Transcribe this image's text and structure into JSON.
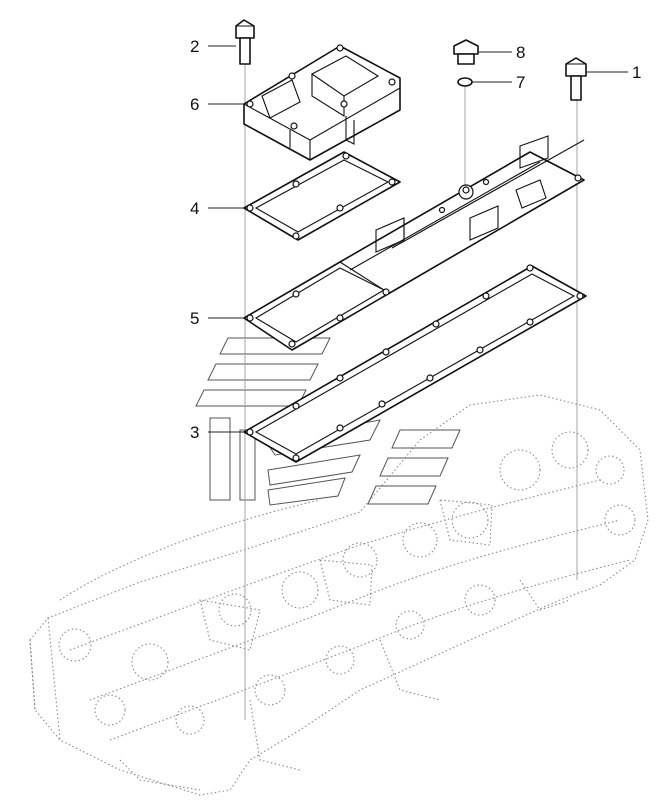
{
  "callouts": [
    {
      "id": "1",
      "label": "1"
    },
    {
      "id": "2",
      "label": "2"
    },
    {
      "id": "3",
      "label": "3"
    },
    {
      "id": "4",
      "label": "4"
    },
    {
      "id": "5",
      "label": "5"
    },
    {
      "id": "6",
      "label": "6"
    },
    {
      "id": "7",
      "label": "7"
    },
    {
      "id": "8",
      "label": "8"
    }
  ],
  "colors": {
    "line": "#111111",
    "ghost": "#8a8a8a",
    "background": "#ffffff"
  },
  "icons": {
    "watermark": "logo-watermark-icon"
  }
}
